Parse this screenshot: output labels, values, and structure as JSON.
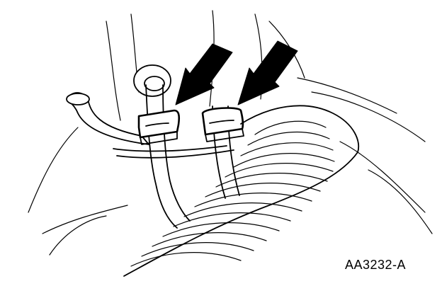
{
  "figure": {
    "reference_code": "AA3232-A"
  },
  "callouts": [
    {
      "name": "arrow-left-clip",
      "points_to": "left-hose-clip"
    },
    {
      "name": "arrow-right-clip",
      "points_to": "right-hose-clip"
    }
  ],
  "colors": {
    "line": "#000000",
    "background": "#ffffff"
  }
}
